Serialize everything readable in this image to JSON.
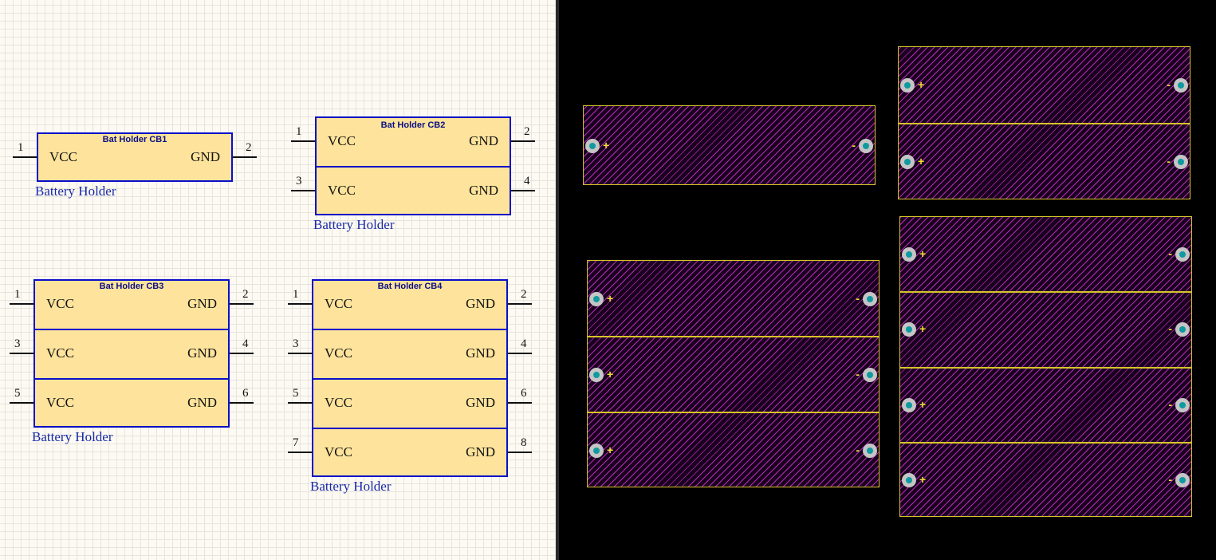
{
  "schematic": {
    "symbols": [
      {
        "title": "Bat Holder CB1",
        "caption": "Battery Holder",
        "rows": [
          {
            "left_name": "VCC",
            "right_name": "GND",
            "left_pin": "1",
            "right_pin": "2"
          }
        ]
      },
      {
        "title": "Bat Holder CB2",
        "caption": "Battery Holder",
        "rows": [
          {
            "left_name": "VCC",
            "right_name": "GND",
            "left_pin": "1",
            "right_pin": "2"
          },
          {
            "left_name": "VCC",
            "right_name": "GND",
            "left_pin": "3",
            "right_pin": "4"
          }
        ]
      },
      {
        "title": "Bat Holder CB3",
        "caption": "Battery Holder",
        "rows": [
          {
            "left_name": "VCC",
            "right_name": "GND",
            "left_pin": "1",
            "right_pin": "2"
          },
          {
            "left_name": "VCC",
            "right_name": "GND",
            "left_pin": "3",
            "right_pin": "4"
          },
          {
            "left_name": "VCC",
            "right_name": "GND",
            "left_pin": "5",
            "right_pin": "6"
          }
        ]
      },
      {
        "title": "Bat Holder CB4",
        "caption": "Battery Holder",
        "rows": [
          {
            "left_name": "VCC",
            "right_name": "GND",
            "left_pin": "1",
            "right_pin": "2"
          },
          {
            "left_name": "VCC",
            "right_name": "GND",
            "left_pin": "3",
            "right_pin": "4"
          },
          {
            "left_name": "VCC",
            "right_name": "GND",
            "left_pin": "5",
            "right_pin": "6"
          },
          {
            "left_name": "VCC",
            "right_name": "GND",
            "left_pin": "7",
            "right_pin": "8"
          }
        ]
      }
    ]
  },
  "pcb": {
    "footprints": [
      {
        "cells": [
          {
            "plus": "+",
            "minus": "-"
          }
        ]
      },
      {
        "cells": [
          {
            "plus": "+",
            "minus": "-"
          },
          {
            "plus": "+",
            "minus": "-"
          }
        ]
      },
      {
        "cells": [
          {
            "plus": "+",
            "minus": "-"
          },
          {
            "plus": "+",
            "minus": "-"
          },
          {
            "plus": "+",
            "minus": "-"
          }
        ]
      },
      {
        "cells": [
          {
            "plus": "+",
            "minus": "-"
          },
          {
            "plus": "+",
            "minus": "-"
          },
          {
            "plus": "+",
            "minus": "-"
          },
          {
            "plus": "+",
            "minus": "-"
          }
        ]
      }
    ],
    "colors": {
      "board_bg": "#000000",
      "hatch": "#b42bb4",
      "outline": "#d7c32a",
      "pad_ring": "#c5c5c5",
      "pad_hole": "#0f9aa0",
      "symbol_fill": "#fde39b",
      "symbol_border": "#0a0fc9"
    }
  }
}
